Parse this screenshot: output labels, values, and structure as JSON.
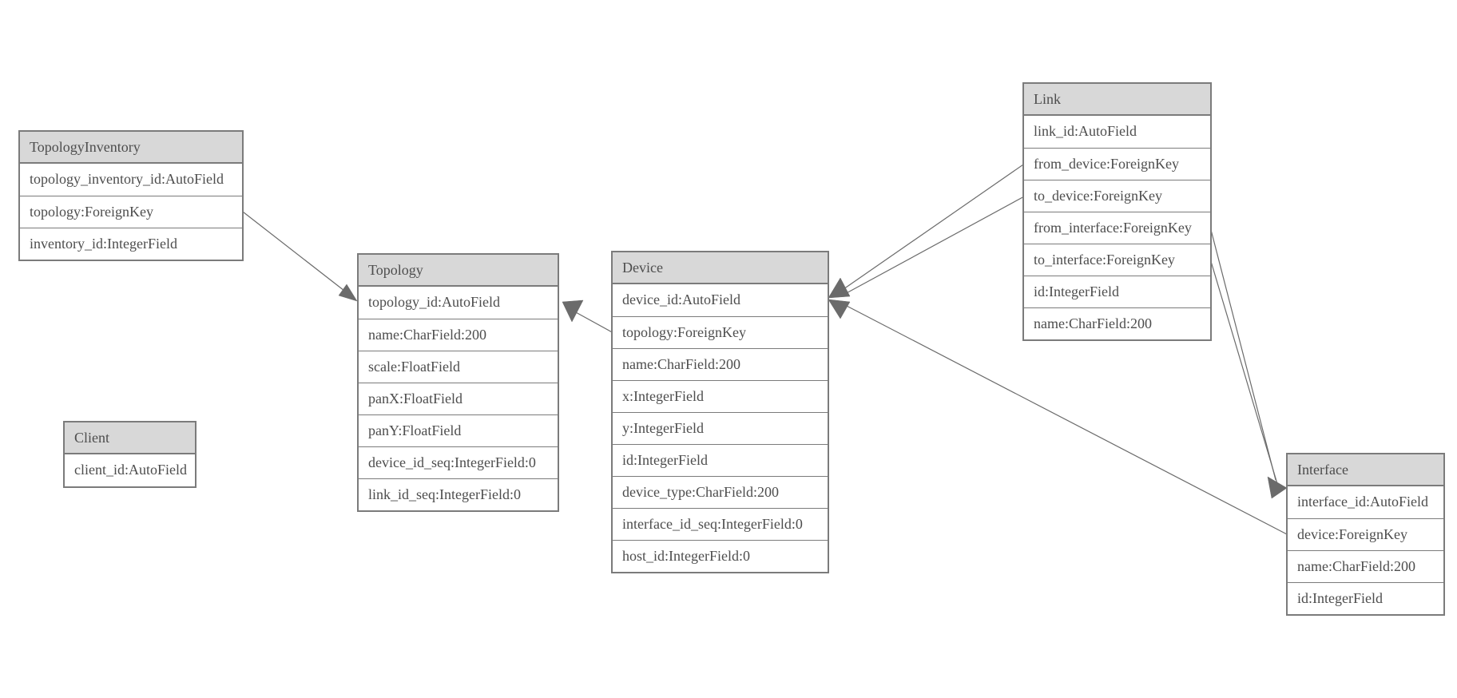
{
  "page": {
    "background": "#ffffff"
  },
  "diagram": {
    "type": "entity-relationship-model-diagram",
    "colors": {
      "header_fill": "#d8d8d8",
      "border": "#7b7b7b",
      "text": "#4d4d4d",
      "edge": "#6b6b6b",
      "background": "#ffffff"
    },
    "entities": {
      "topology_inventory": {
        "title": "TopologyInventory",
        "fields": [
          "topology_inventory_id:AutoField",
          "topology:ForeignKey",
          "inventory_id:IntegerField"
        ]
      },
      "topology": {
        "title": "Topology",
        "fields": [
          "topology_id:AutoField",
          "name:CharField:200",
          "scale:FloatField",
          "panX:FloatField",
          "panY:FloatField",
          "device_id_seq:IntegerField:0",
          "link_id_seq:IntegerField:0"
        ]
      },
      "client": {
        "title": "Client",
        "fields": [
          "client_id:AutoField"
        ]
      },
      "device": {
        "title": "Device",
        "fields": [
          "device_id:AutoField",
          "topology:ForeignKey",
          "name:CharField:200",
          "x:IntegerField",
          "y:IntegerField",
          "id:IntegerField",
          "device_type:CharField:200",
          "interface_id_seq:IntegerField:0",
          "host_id:IntegerField:0"
        ]
      },
      "link": {
        "title": "Link",
        "fields": [
          "link_id:AutoField",
          "from_device:ForeignKey",
          "to_device:ForeignKey",
          "from_interface:ForeignKey",
          "to_interface:ForeignKey",
          "id:IntegerField",
          "name:CharField:200"
        ]
      },
      "interface": {
        "title": "Interface",
        "fields": [
          "interface_id:AutoField",
          "device:ForeignKey",
          "name:CharField:200",
          "id:IntegerField"
        ]
      }
    },
    "relationships": [
      {
        "from": "TopologyInventory.topology",
        "to": "Topology"
      },
      {
        "from": "Device.topology",
        "to": "Topology"
      },
      {
        "from": "Link.from_device",
        "to": "Device"
      },
      {
        "from": "Link.to_device",
        "to": "Device"
      },
      {
        "from": "Link.from_interface",
        "to": "Interface"
      },
      {
        "from": "Link.to_interface",
        "to": "Interface"
      },
      {
        "from": "Interface.device",
        "to": "Device"
      }
    ]
  }
}
